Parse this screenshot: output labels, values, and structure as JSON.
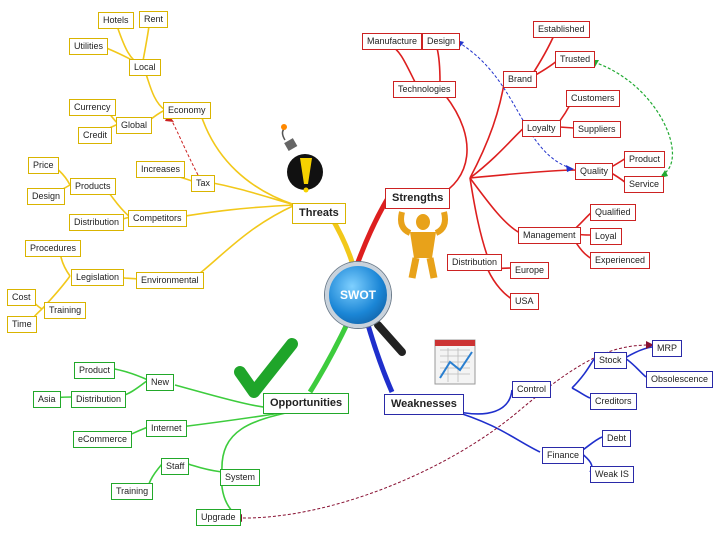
{
  "center": "SWOT",
  "colors": {
    "threats": "#f2c81a",
    "strengths": "#dd1f1f",
    "opportunities": "#3dcc3d",
    "weaknesses": "#1f2fcc"
  },
  "threats": {
    "title": "Threats",
    "nodes": {
      "hotels": "Hotels",
      "rent": "Rent",
      "utilities": "Utilities",
      "local": "Local",
      "currency": "Currency",
      "global": "Global",
      "credit": "Credit",
      "economy": "Economy",
      "increases": "Increases",
      "tax": "Tax",
      "price": "Price",
      "design": "Design",
      "products": "Products",
      "distribution": "Distribution",
      "competitors": "Competitors",
      "procedures": "Procedures",
      "legislation": "Legislation",
      "environmental": "Environmental",
      "cost": "Cost",
      "training": "Training",
      "time": "Time"
    }
  },
  "strengths": {
    "title": "Strengths",
    "nodes": {
      "manufacture": "Manufacture",
      "design": "Design",
      "technologies": "Technologies",
      "established": "Established",
      "trusted": "Trusted",
      "brand": "Brand",
      "customers": "Customers",
      "loyalty": "Loyalty",
      "suppliers": "Suppliers",
      "product": "Product",
      "quality": "Quality",
      "service": "Service",
      "qualified": "Qualified",
      "management": "Management",
      "loyal": "Loyal",
      "experienced": "Experienced",
      "distribution": "Distribution",
      "europe": "Europe",
      "usa": "USA"
    }
  },
  "opportunities": {
    "title": "Opportunities",
    "nodes": {
      "product": "Product",
      "new": "New",
      "asia": "Asia",
      "distribution": "Distribution",
      "internet": "Internet",
      "ecommerce": "eCommerce",
      "staff": "Staff",
      "training": "Training",
      "system": "System",
      "upgrade": "Upgrade"
    }
  },
  "weaknesses": {
    "title": "Weaknesses",
    "nodes": {
      "mrp": "MRP",
      "stock": "Stock",
      "obsolescence": "Obsolescence",
      "control": "Control",
      "creditors": "Creditors",
      "debt": "Debt",
      "finance": "Finance",
      "weak_is": "Weak  IS"
    }
  }
}
